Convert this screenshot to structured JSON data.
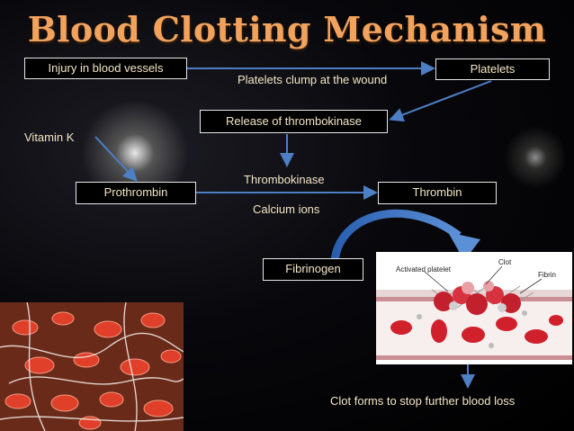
{
  "title": "Blood Clotting Mechanism",
  "nodes": {
    "injury": "Injury in blood vessels",
    "platelets": "Platelets",
    "thrombokinase_release": "Release of thrombokinase",
    "prothrombin": "Prothrombin",
    "thrombin": "Thrombin",
    "fibrinogen": "Fibrinogen"
  },
  "labels": {
    "clump": "Platelets clump at the wound",
    "vitamin_k": "Vitamin K",
    "thrombokinase": "Thrombokinase",
    "calcium": "Calcium ions",
    "result": "Clot forms to stop further blood loss"
  },
  "clot_figure": {
    "activated_platelet": "Activated platelet",
    "clot": "Clot",
    "fibrin": "Fibrin"
  },
  "colors": {
    "title": "#f1a35e",
    "arrow": "#4d7fc4",
    "text": "#f3e6c6",
    "red_cell": "#d0202c"
  }
}
